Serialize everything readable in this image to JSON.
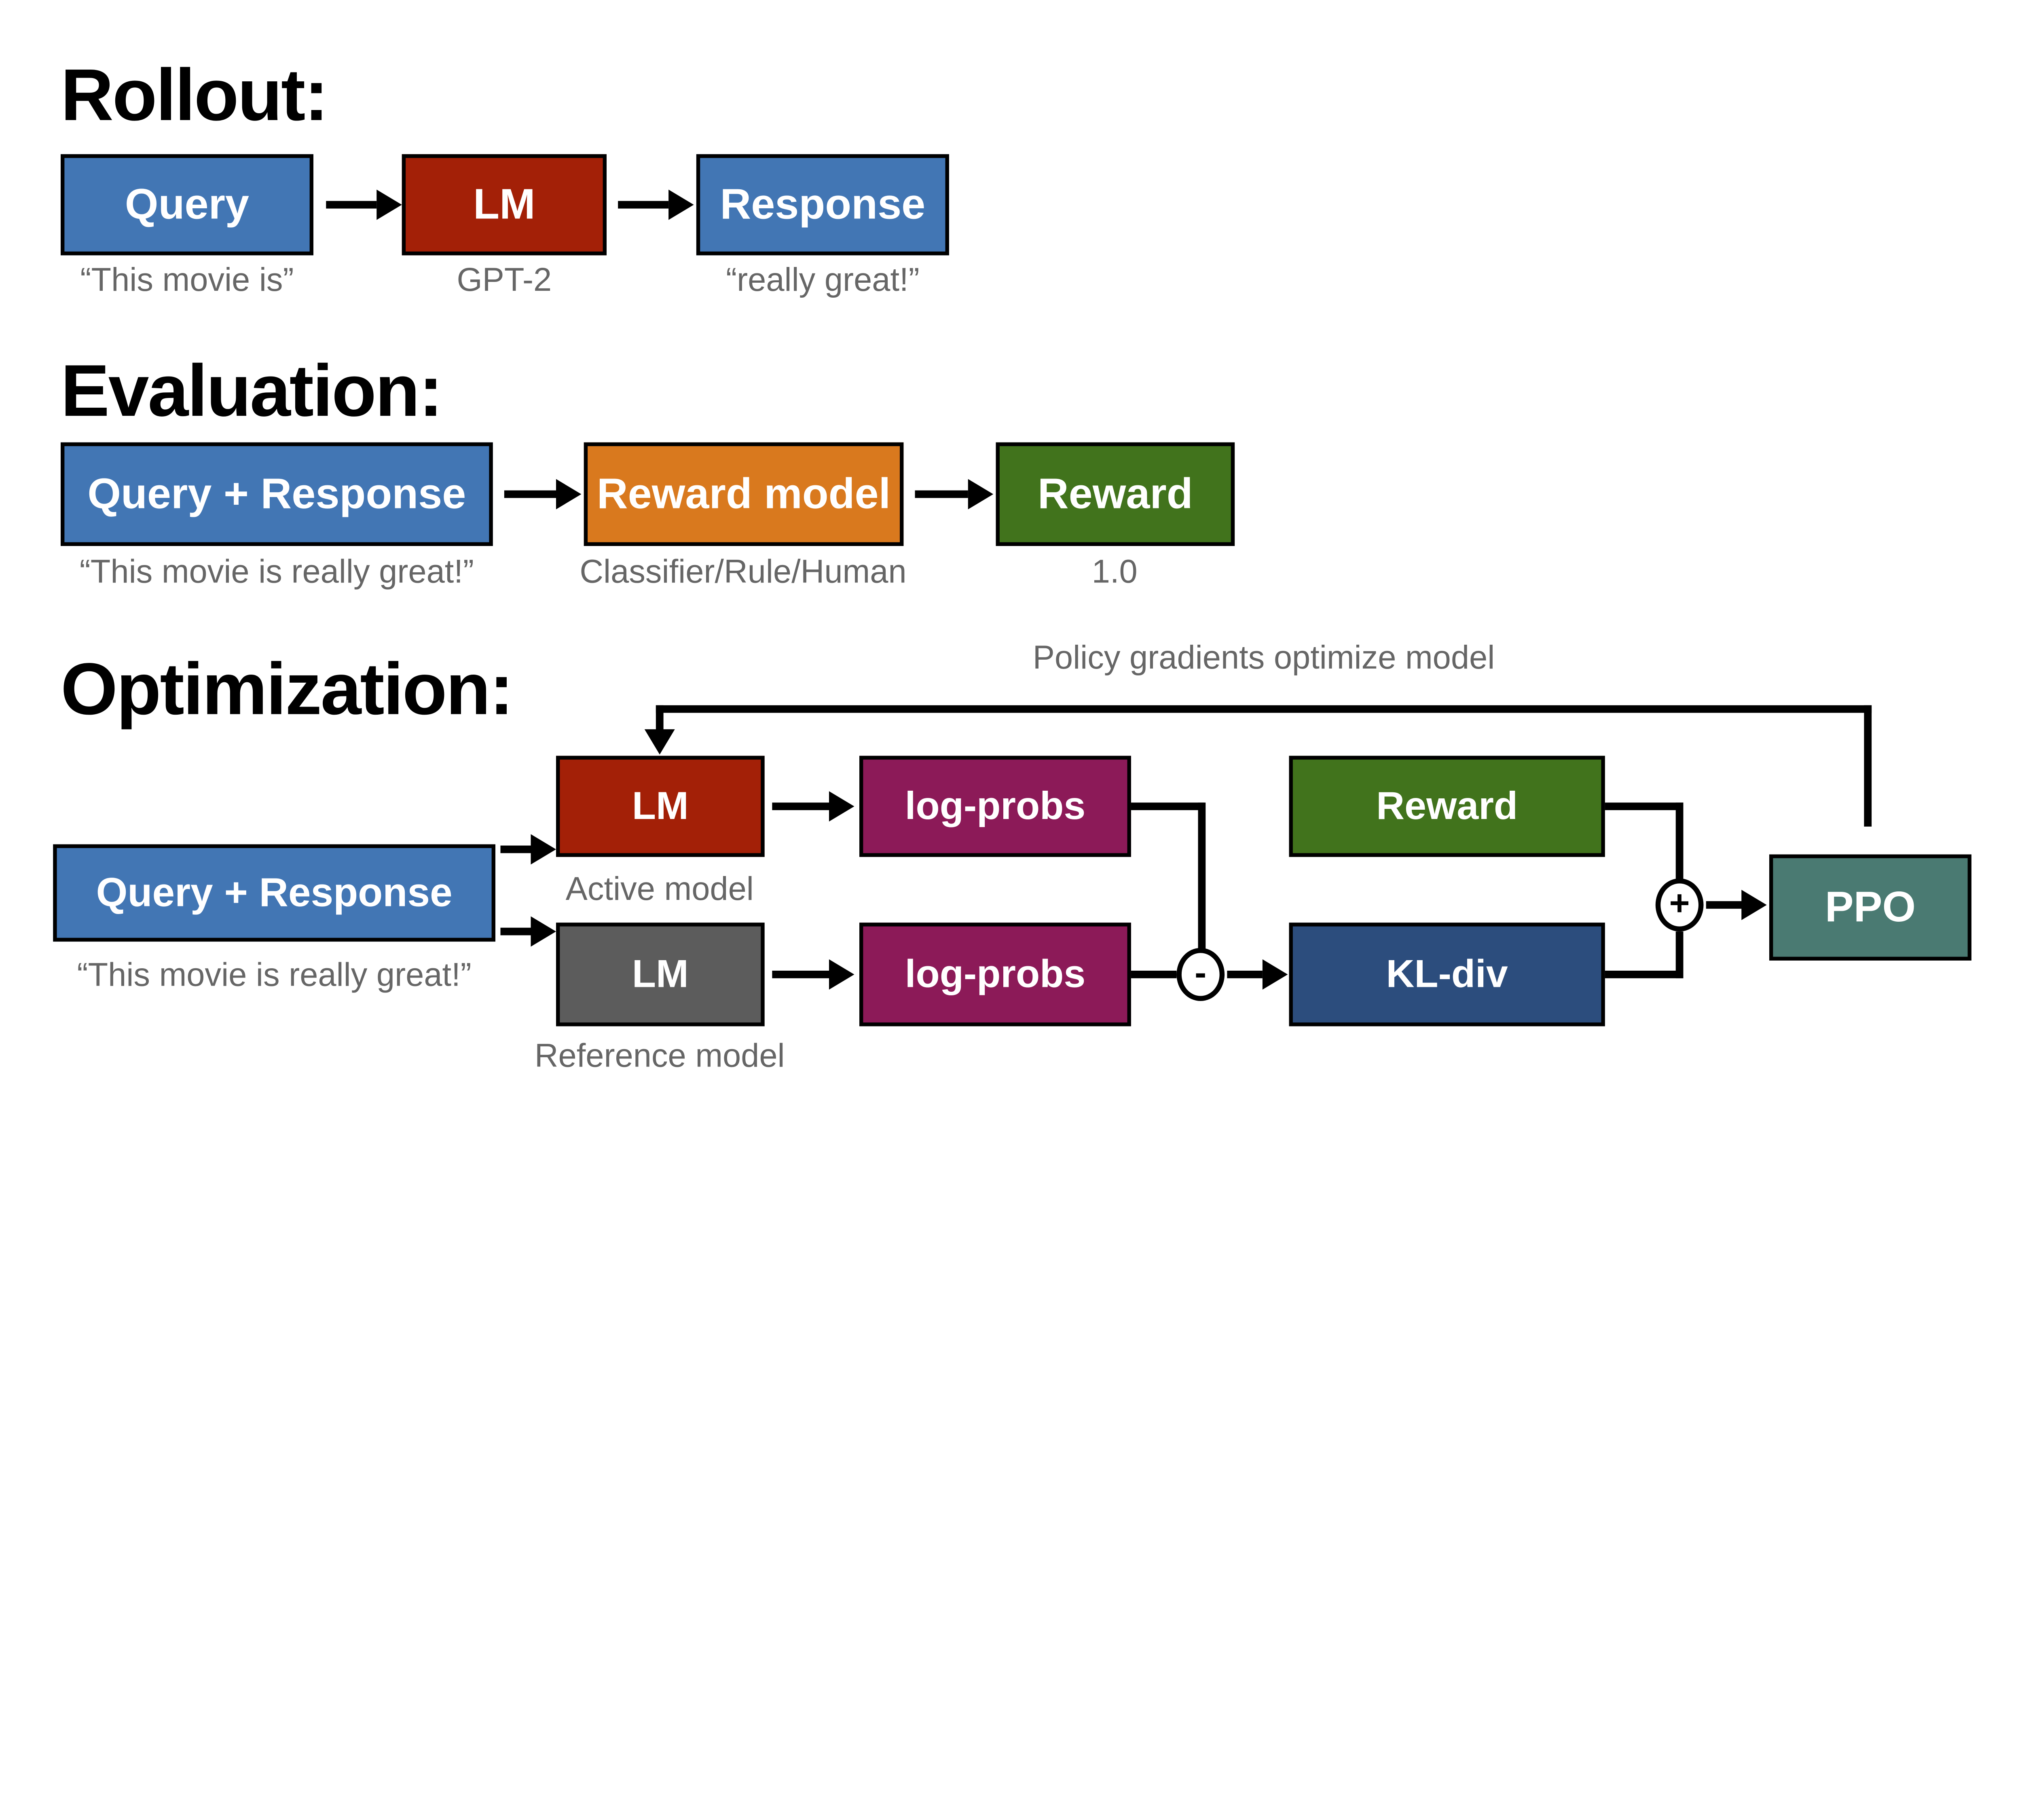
{
  "rollout": {
    "heading": "Rollout:",
    "query": {
      "label": "Query",
      "caption": "“This movie is”"
    },
    "lm": {
      "label": "LM",
      "caption": "GPT-2"
    },
    "response": {
      "label": "Response",
      "caption": "“really great!”"
    }
  },
  "evaluation": {
    "heading": "Evaluation:",
    "query_response": {
      "label": "Query + Response",
      "caption": "“This movie is really great!”"
    },
    "reward_model": {
      "label": "Reward model",
      "caption": "Classifier/Rule/Human"
    },
    "reward": {
      "label": "Reward",
      "caption": "1.0"
    }
  },
  "optimization": {
    "heading": "Optimization:",
    "feedback_label": "Policy gradients optimize model",
    "query_response": {
      "label": "Query + Response",
      "caption": "“This movie is really great!”"
    },
    "active_lm": {
      "label": "LM",
      "caption": "Active model"
    },
    "reference_lm": {
      "label": "LM",
      "caption": "Reference model"
    },
    "active_logprobs": {
      "label": "log-probs"
    },
    "reference_logprobs": {
      "label": "log-probs"
    },
    "reward": {
      "label": "Reward"
    },
    "kl_div": {
      "label": "KL-div"
    },
    "minus_junction": {
      "label": "-"
    },
    "plus_junction": {
      "label": "+"
    },
    "ppo": {
      "label": "PPO"
    }
  },
  "colors": {
    "blue": "#4276B4",
    "dark_red": "#A32007",
    "orange": "#D9791E",
    "green": "#41731C",
    "purple": "#8C1A58",
    "gray": "#5C5C5C",
    "navy": "#2C4D7D",
    "teal": "#4A7A72",
    "caption_gray": "#666666",
    "line_black": "#000000"
  }
}
